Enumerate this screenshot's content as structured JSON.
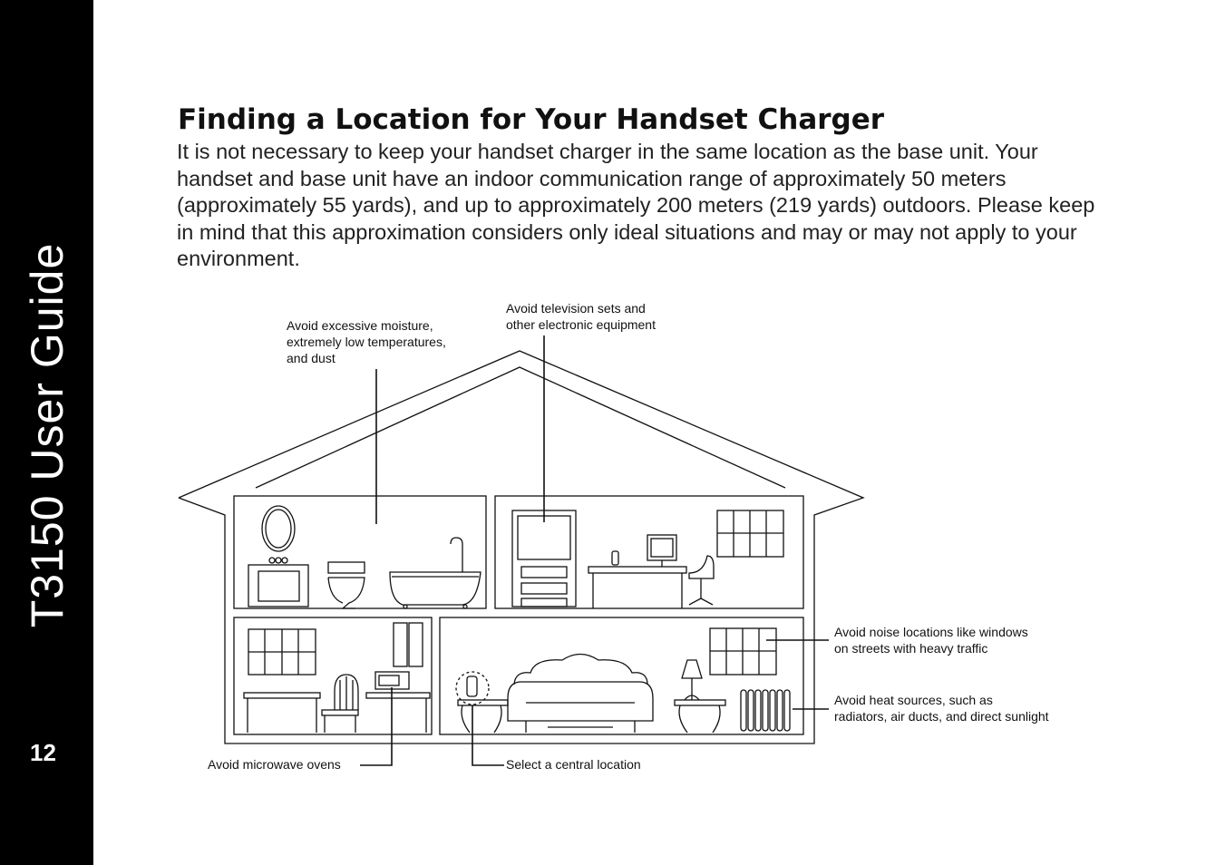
{
  "sidebar": {
    "title": "T3150 User Guide",
    "page_number": "12"
  },
  "section": {
    "heading": "Finding a Location for Your Handset Charger",
    "body": "It is not necessary to keep your handset charger in the same location as the base unit. Your handset and base unit have an indoor communication range of approximately 50 meters (approximately 55 yards), and up to approximately 200 meters (219 yards) outdoors. Please keep in mind that this approximation considers only ideal situations and may or may not apply to your environment."
  },
  "diagram": {
    "labels": {
      "moisture_1": "Avoid excessive moisture,",
      "moisture_2": "extremely low temperatures,",
      "moisture_3": "and dust",
      "tv_1": "Avoid television sets and",
      "tv_2": "other electronic equipment",
      "noise_1": "Avoid noise locations like windows",
      "noise_2": "on streets with heavy traffic",
      "heat_1": "Avoid heat sources, such as",
      "heat_2": "radiators, air ducts, and direct sunlight",
      "microwave": "Avoid microwave ovens",
      "central": "Select a central location"
    }
  }
}
